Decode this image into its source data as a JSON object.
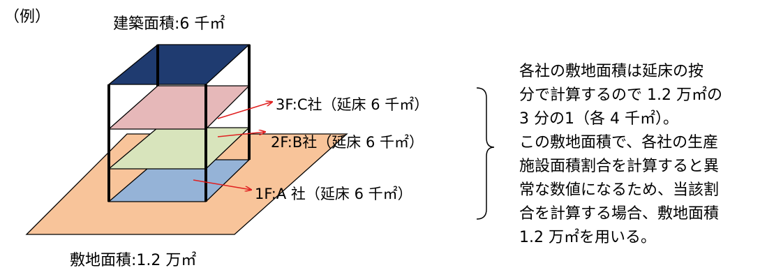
{
  "example_label": "（例）",
  "building_area_label": "建築面積:6 千㎡",
  "site_area_label": "敷地面積:1.2 万㎡",
  "floors": {
    "f3": "3F:C社（延床 6 千㎡）",
    "f2": "2F:B社（延床 6 千㎡）",
    "f1": "1F:A 社（延床 6 千㎡）"
  },
  "explanation_lines": [
    "各社の敷地面積は延床の按",
    "分で計算するので 1.2 万㎡の",
    "3 分の1（各 4 千㎡）。",
    "この敷地面積で、各社の生産",
    "施設面積割合を計算すると異",
    "常な数値になるため、当該割",
    "合を計算する場合、敷地面積",
    "1.2 万㎡を用いる。"
  ],
  "colors": {
    "site": "#f8c49a",
    "roof": "#1f3b70",
    "floor3": "#e6b8b9",
    "floor2": "#d8e4bc",
    "floor1": "#95b3d7",
    "arrow": "#e02020",
    "pillar": "#000000"
  }
}
